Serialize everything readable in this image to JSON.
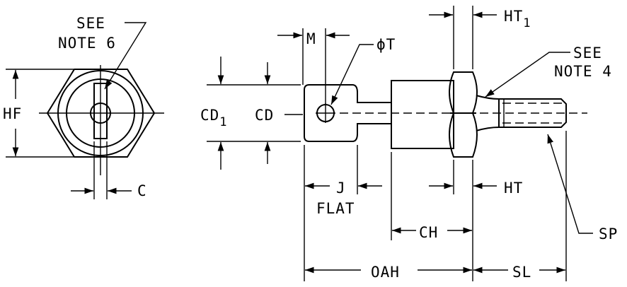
{
  "labels": {
    "see_note_6_line1": "SEE",
    "see_note_6_line2": "NOTE 6",
    "hf": "HF",
    "c": "C",
    "m": "M",
    "phi_t": "ϕT",
    "ht1_main": "HT",
    "ht1_sub": "1",
    "see_note_4_line1": "SEE",
    "see_note_4_line2": "NOTE 4",
    "cd1_main": "CD",
    "cd1_sub": "1",
    "cd": "CD",
    "j": "J",
    "flat": "FLAT",
    "ht": "HT",
    "ch": "CH",
    "sp": "SP",
    "oah": "OAH",
    "sl": "SL"
  },
  "colors": {
    "line": "#000000",
    "background": "#ffffff"
  }
}
